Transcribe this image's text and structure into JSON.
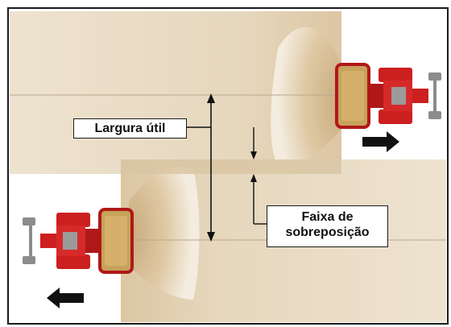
{
  "labels": {
    "largura_util": "Largura útil",
    "faixa_line1": "Faixa de",
    "faixa_line2": "sobreposição"
  },
  "colors": {
    "frame": "#1a1a1a",
    "swath_fill": "#e8dcc8",
    "spread_fill": "#dcc7a6",
    "tractor_red": "#cc1f1f",
    "spreader_body": "#c7a25a",
    "arrow": "#111111"
  },
  "icons": {
    "arrow_right": "arrow-right-icon",
    "arrow_left": "arrow-left-icon",
    "tractor": "tractor-icon"
  }
}
